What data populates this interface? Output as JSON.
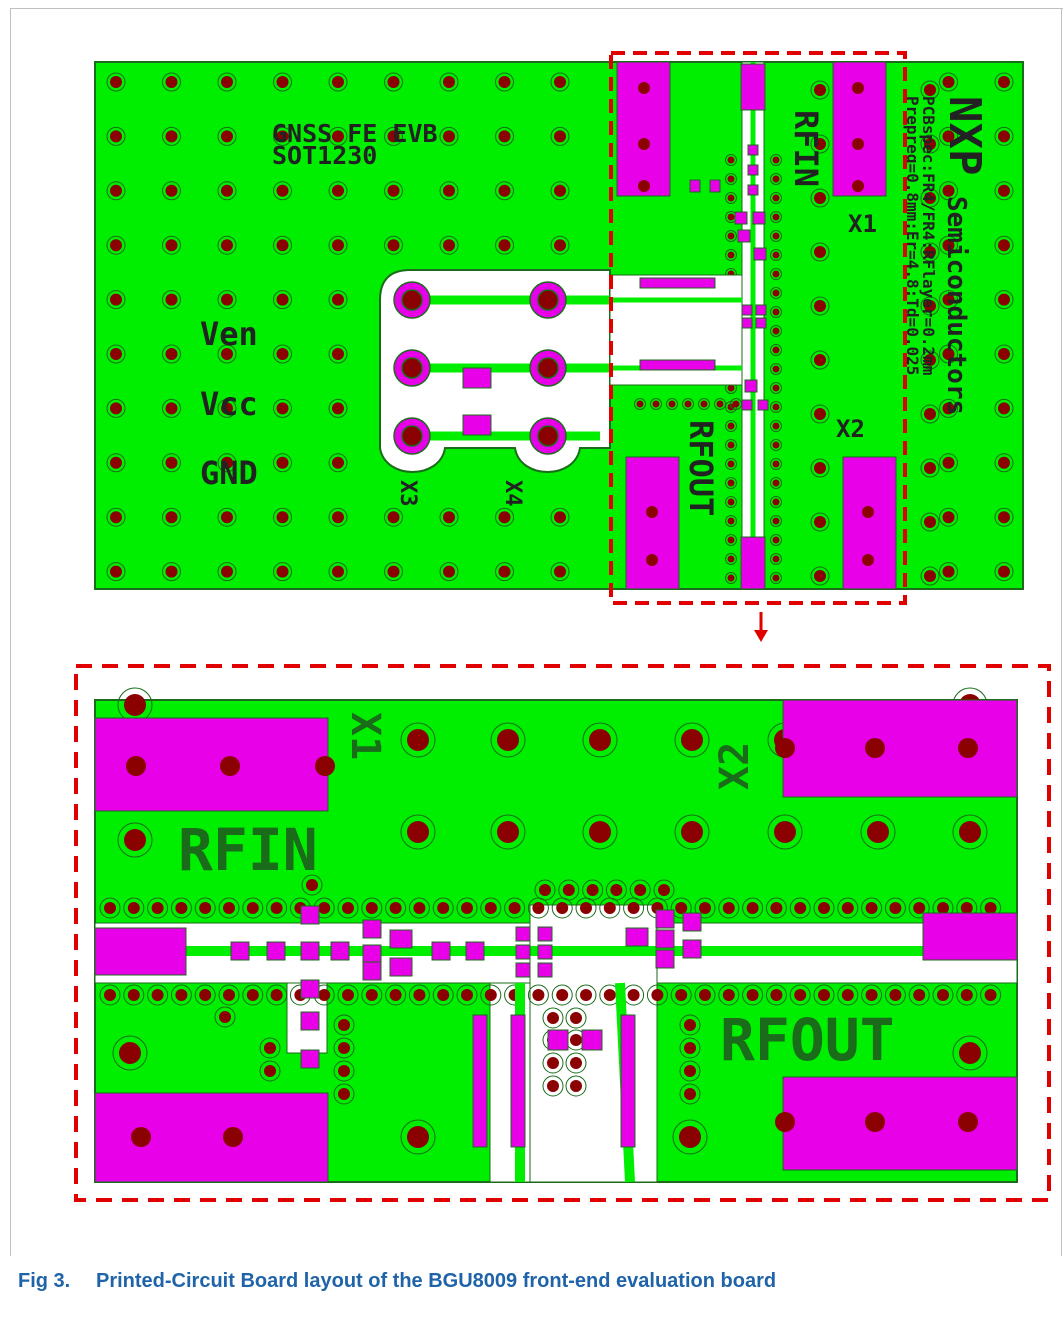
{
  "colors": {
    "board": "#00ee00",
    "outline": "#1a6b1a",
    "pad": "#e800e8",
    "via": "#8b0000",
    "highlight": "#e00000",
    "caption": "#1f63a8",
    "silk": "#222222"
  },
  "board": {
    "title_line1": "GNSS FE EVB",
    "title_line2": "SOT1230",
    "label_ven": "Ven",
    "label_vcc": "Vcc",
    "label_gnd": "GND",
    "label_rfin": "RFIN",
    "label_rfout": "RFOUT",
    "label_x1": "X1",
    "label_x2": "X2",
    "label_x3": "X3",
    "label_x4": "X4",
    "logo": "NXP",
    "semi": "Semiconductors",
    "spec1": "PCBspec:FR4/FR4:RFlayer=0.2mm",
    "spec2": "Prepreg=0.8mm:Er=4.8:Td=0.025"
  },
  "zoom": {
    "label_rfin": "RFIN",
    "label_rfout": "RFOUT",
    "label_x1": "X1",
    "label_x2": "X2"
  },
  "caption": {
    "number": "Fig 3.",
    "text": "Printed-Circuit Board layout of the BGU8009 front-end evaluation board"
  }
}
